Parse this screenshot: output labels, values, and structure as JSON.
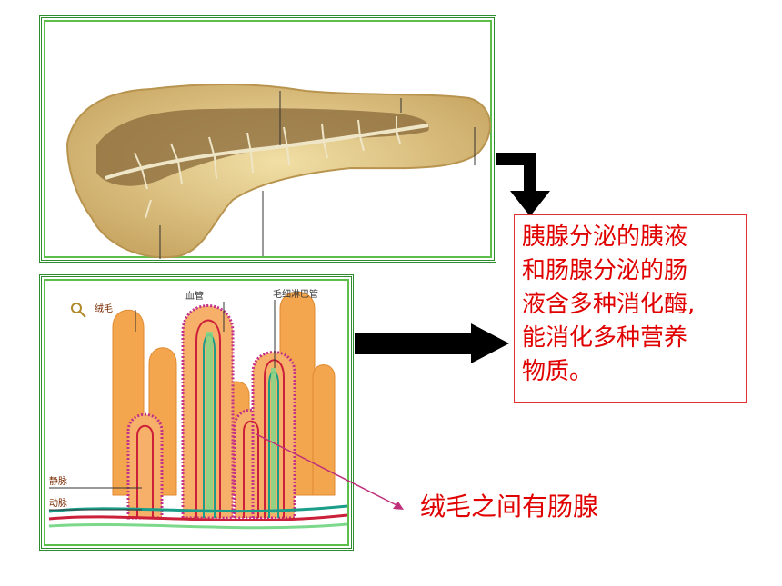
{
  "callout": {
    "lines": [
      "胰腺分泌的胰液",
      "和肠腺分泌的肠",
      "液含多种消化酶,",
      "能消化多种营养",
      "物质。"
    ]
  },
  "intestinal_glands_label": "绒毛之间有肠腺",
  "villi_diagram": {
    "villus_label": "绒毛",
    "blood_vessel_label": "血管",
    "lymph_label": "毛细淋巴管",
    "vein_label": "静脉",
    "artery_label": "动脉"
  },
  "colors": {
    "callout_text": "#e00000",
    "frame_green": "#2e8b2e",
    "arrow": "#000000",
    "pointer": "#c0307a"
  }
}
